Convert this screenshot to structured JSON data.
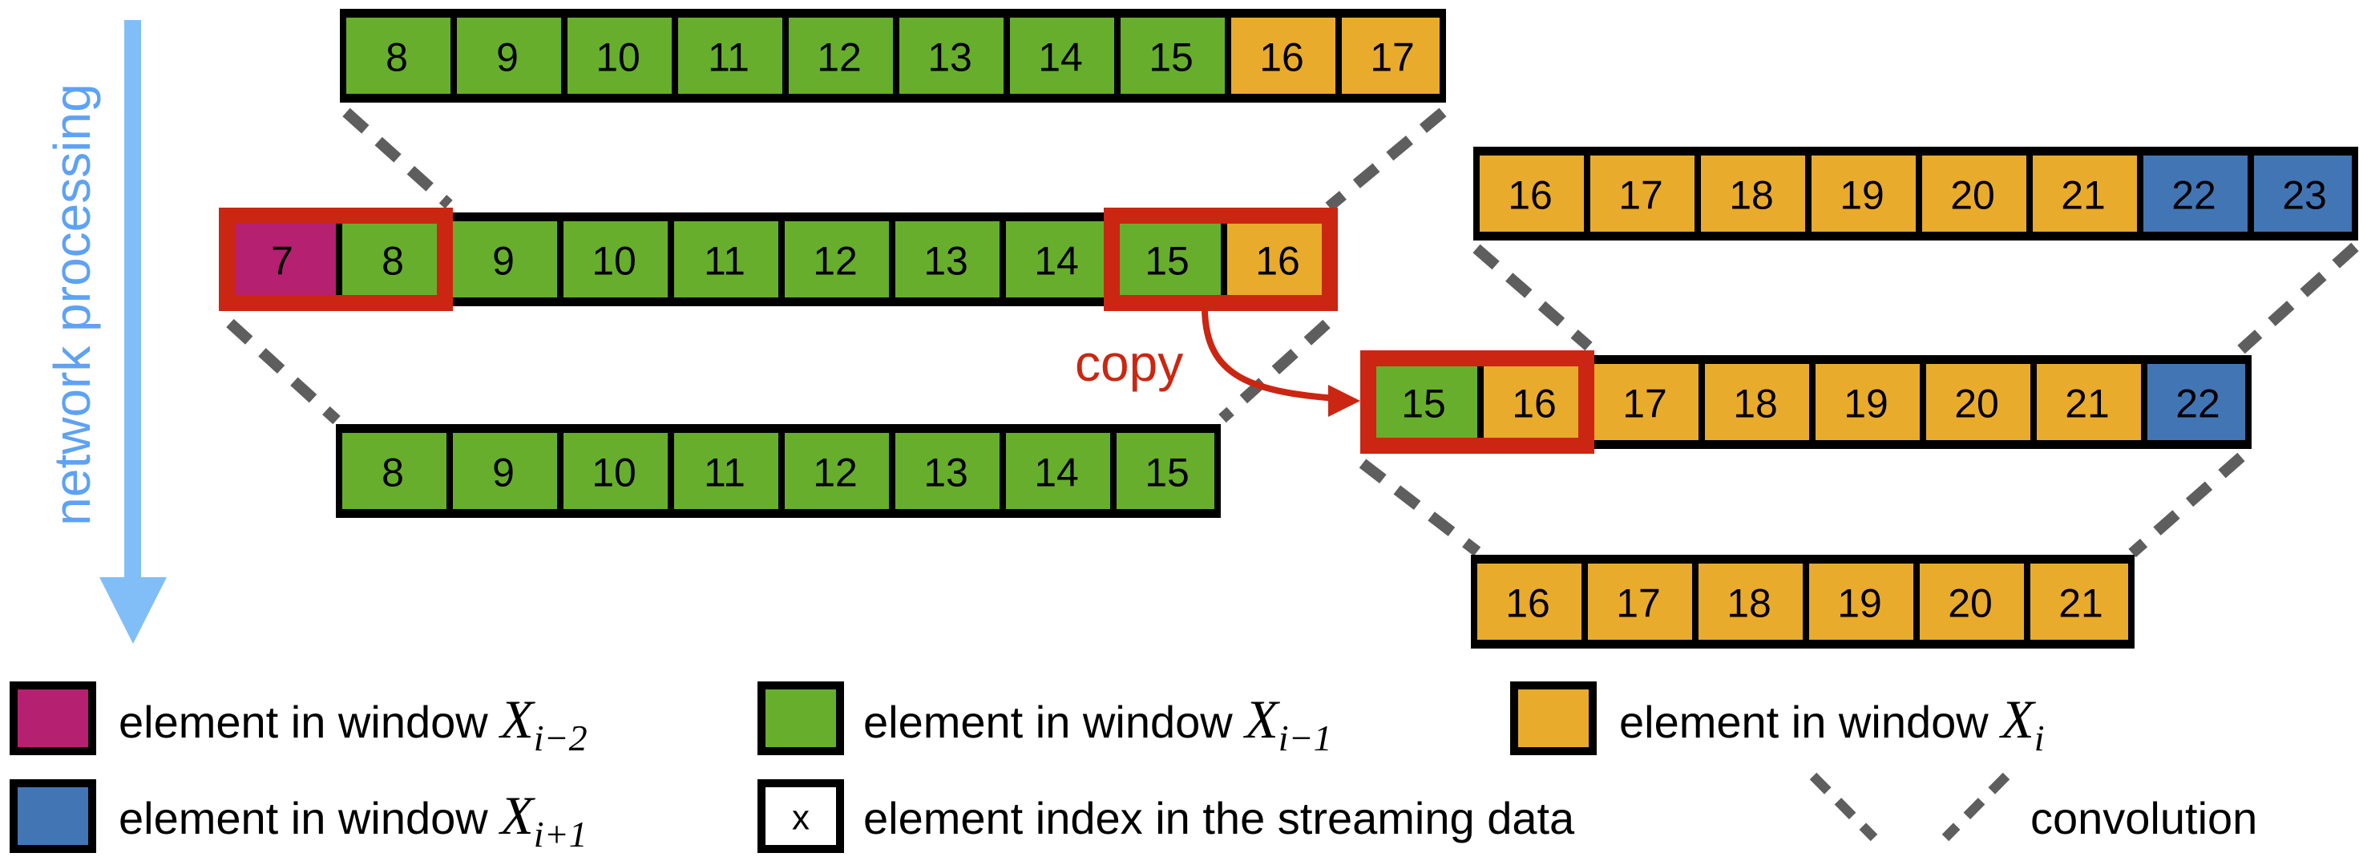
{
  "colors": {
    "window_i_minus_2": "#B52071",
    "window_i_minus_1": "#67AE2C",
    "window_i": "#E9AB2B",
    "window_i_plus_1": "#4275B4",
    "index_box": "#FFFFFF",
    "highlight": "#CB2612",
    "convolution": "#5E5E5E",
    "cell_border": "#000000",
    "arrow": "#81BEF7",
    "arrow_text": "#5EA2F5"
  },
  "direction_label": "network processing",
  "copy_label": "copy",
  "windows": [
    {
      "id": "left-top",
      "cells": [
        {
          "index": "8",
          "window": "window_i_minus_1"
        },
        {
          "index": "9",
          "window": "window_i_minus_1"
        },
        {
          "index": "10",
          "window": "window_i_minus_1"
        },
        {
          "index": "11",
          "window": "window_i_minus_1"
        },
        {
          "index": "12",
          "window": "window_i_minus_1"
        },
        {
          "index": "13",
          "window": "window_i_minus_1"
        },
        {
          "index": "14",
          "window": "window_i_minus_1"
        },
        {
          "index": "15",
          "window": "window_i_minus_1"
        },
        {
          "index": "16",
          "window": "window_i"
        },
        {
          "index": "17",
          "window": "window_i"
        }
      ]
    },
    {
      "id": "left-middle",
      "cells": [
        {
          "index": "7",
          "window": "window_i_minus_2"
        },
        {
          "index": "8",
          "window": "window_i_minus_1"
        },
        {
          "index": "9",
          "window": "window_i_minus_1"
        },
        {
          "index": "10",
          "window": "window_i_minus_1"
        },
        {
          "index": "11",
          "window": "window_i_minus_1"
        },
        {
          "index": "12",
          "window": "window_i_minus_1"
        },
        {
          "index": "13",
          "window": "window_i_minus_1"
        },
        {
          "index": "14",
          "window": "window_i_minus_1"
        },
        {
          "index": "15",
          "window": "window_i_minus_1"
        },
        {
          "index": "16",
          "window": "window_i"
        }
      ],
      "highlights": [
        [
          0,
          1
        ],
        [
          8,
          9
        ]
      ]
    },
    {
      "id": "left-bottom",
      "cells": [
        {
          "index": "8",
          "window": "window_i_minus_1"
        },
        {
          "index": "9",
          "window": "window_i_minus_1"
        },
        {
          "index": "10",
          "window": "window_i_minus_1"
        },
        {
          "index": "11",
          "window": "window_i_minus_1"
        },
        {
          "index": "12",
          "window": "window_i_minus_1"
        },
        {
          "index": "13",
          "window": "window_i_minus_1"
        },
        {
          "index": "14",
          "window": "window_i_minus_1"
        },
        {
          "index": "15",
          "window": "window_i_minus_1"
        }
      ]
    },
    {
      "id": "right-top",
      "cells": [
        {
          "index": "16",
          "window": "window_i"
        },
        {
          "index": "17",
          "window": "window_i"
        },
        {
          "index": "18",
          "window": "window_i"
        },
        {
          "index": "19",
          "window": "window_i"
        },
        {
          "index": "20",
          "window": "window_i"
        },
        {
          "index": "21",
          "window": "window_i"
        },
        {
          "index": "22",
          "window": "window_i_plus_1"
        },
        {
          "index": "23",
          "window": "window_i_plus_1"
        }
      ]
    },
    {
      "id": "right-middle",
      "cells": [
        {
          "index": "15",
          "window": "window_i_minus_1"
        },
        {
          "index": "16",
          "window": "window_i"
        },
        {
          "index": "17",
          "window": "window_i"
        },
        {
          "index": "18",
          "window": "window_i"
        },
        {
          "index": "19",
          "window": "window_i"
        },
        {
          "index": "20",
          "window": "window_i"
        },
        {
          "index": "21",
          "window": "window_i"
        },
        {
          "index": "22",
          "window": "window_i_plus_1"
        }
      ],
      "highlights": [
        [
          0,
          1
        ]
      ]
    },
    {
      "id": "right-bottom",
      "cells": [
        {
          "index": "16",
          "window": "window_i"
        },
        {
          "index": "17",
          "window": "window_i"
        },
        {
          "index": "18",
          "window": "window_i"
        },
        {
          "index": "19",
          "window": "window_i"
        },
        {
          "index": "20",
          "window": "window_i"
        },
        {
          "index": "21",
          "window": "window_i"
        }
      ]
    }
  ],
  "legend": [
    {
      "key": "window_i_minus_2",
      "text": "element in window ",
      "math": "X",
      "sub": "i−2"
    },
    {
      "key": "window_i_minus_1",
      "text": "element in window ",
      "math": "X",
      "sub": "i−1"
    },
    {
      "key": "window_i",
      "text": "element in window ",
      "math": "X",
      "sub": "i"
    },
    {
      "key": "window_i_plus_1",
      "text": "element in window ",
      "math": "X",
      "sub": "i+1"
    },
    {
      "key": "index_box",
      "swatch_label": "x",
      "text": "element index in the streaming data"
    },
    {
      "key": "convolution",
      "text": "convolution"
    }
  ]
}
